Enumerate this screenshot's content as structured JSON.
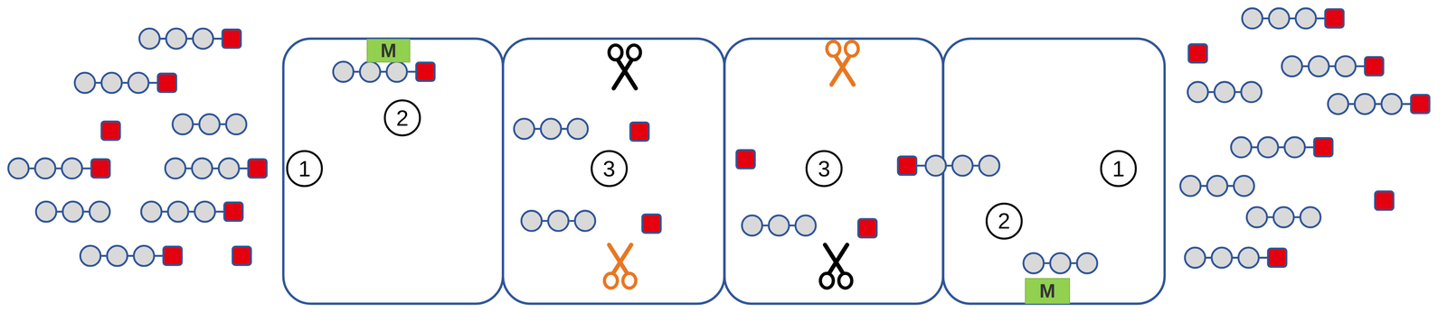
{
  "diagram": {
    "nodes": [
      {
        "text": [
          "1"
        ]
      },
      {
        "text": [
          "M"
        ]
      },
      {
        "text": [
          "2"
        ]
      },
      {
        "text": [
          "3"
        ]
      },
      {
        "text": [
          "3"
        ]
      },
      {
        "text": [
          "1"
        ]
      },
      {
        "text": [
          "2"
        ]
      },
      {
        "text": [
          "M"
        ]
      }
    ]
  }
}
